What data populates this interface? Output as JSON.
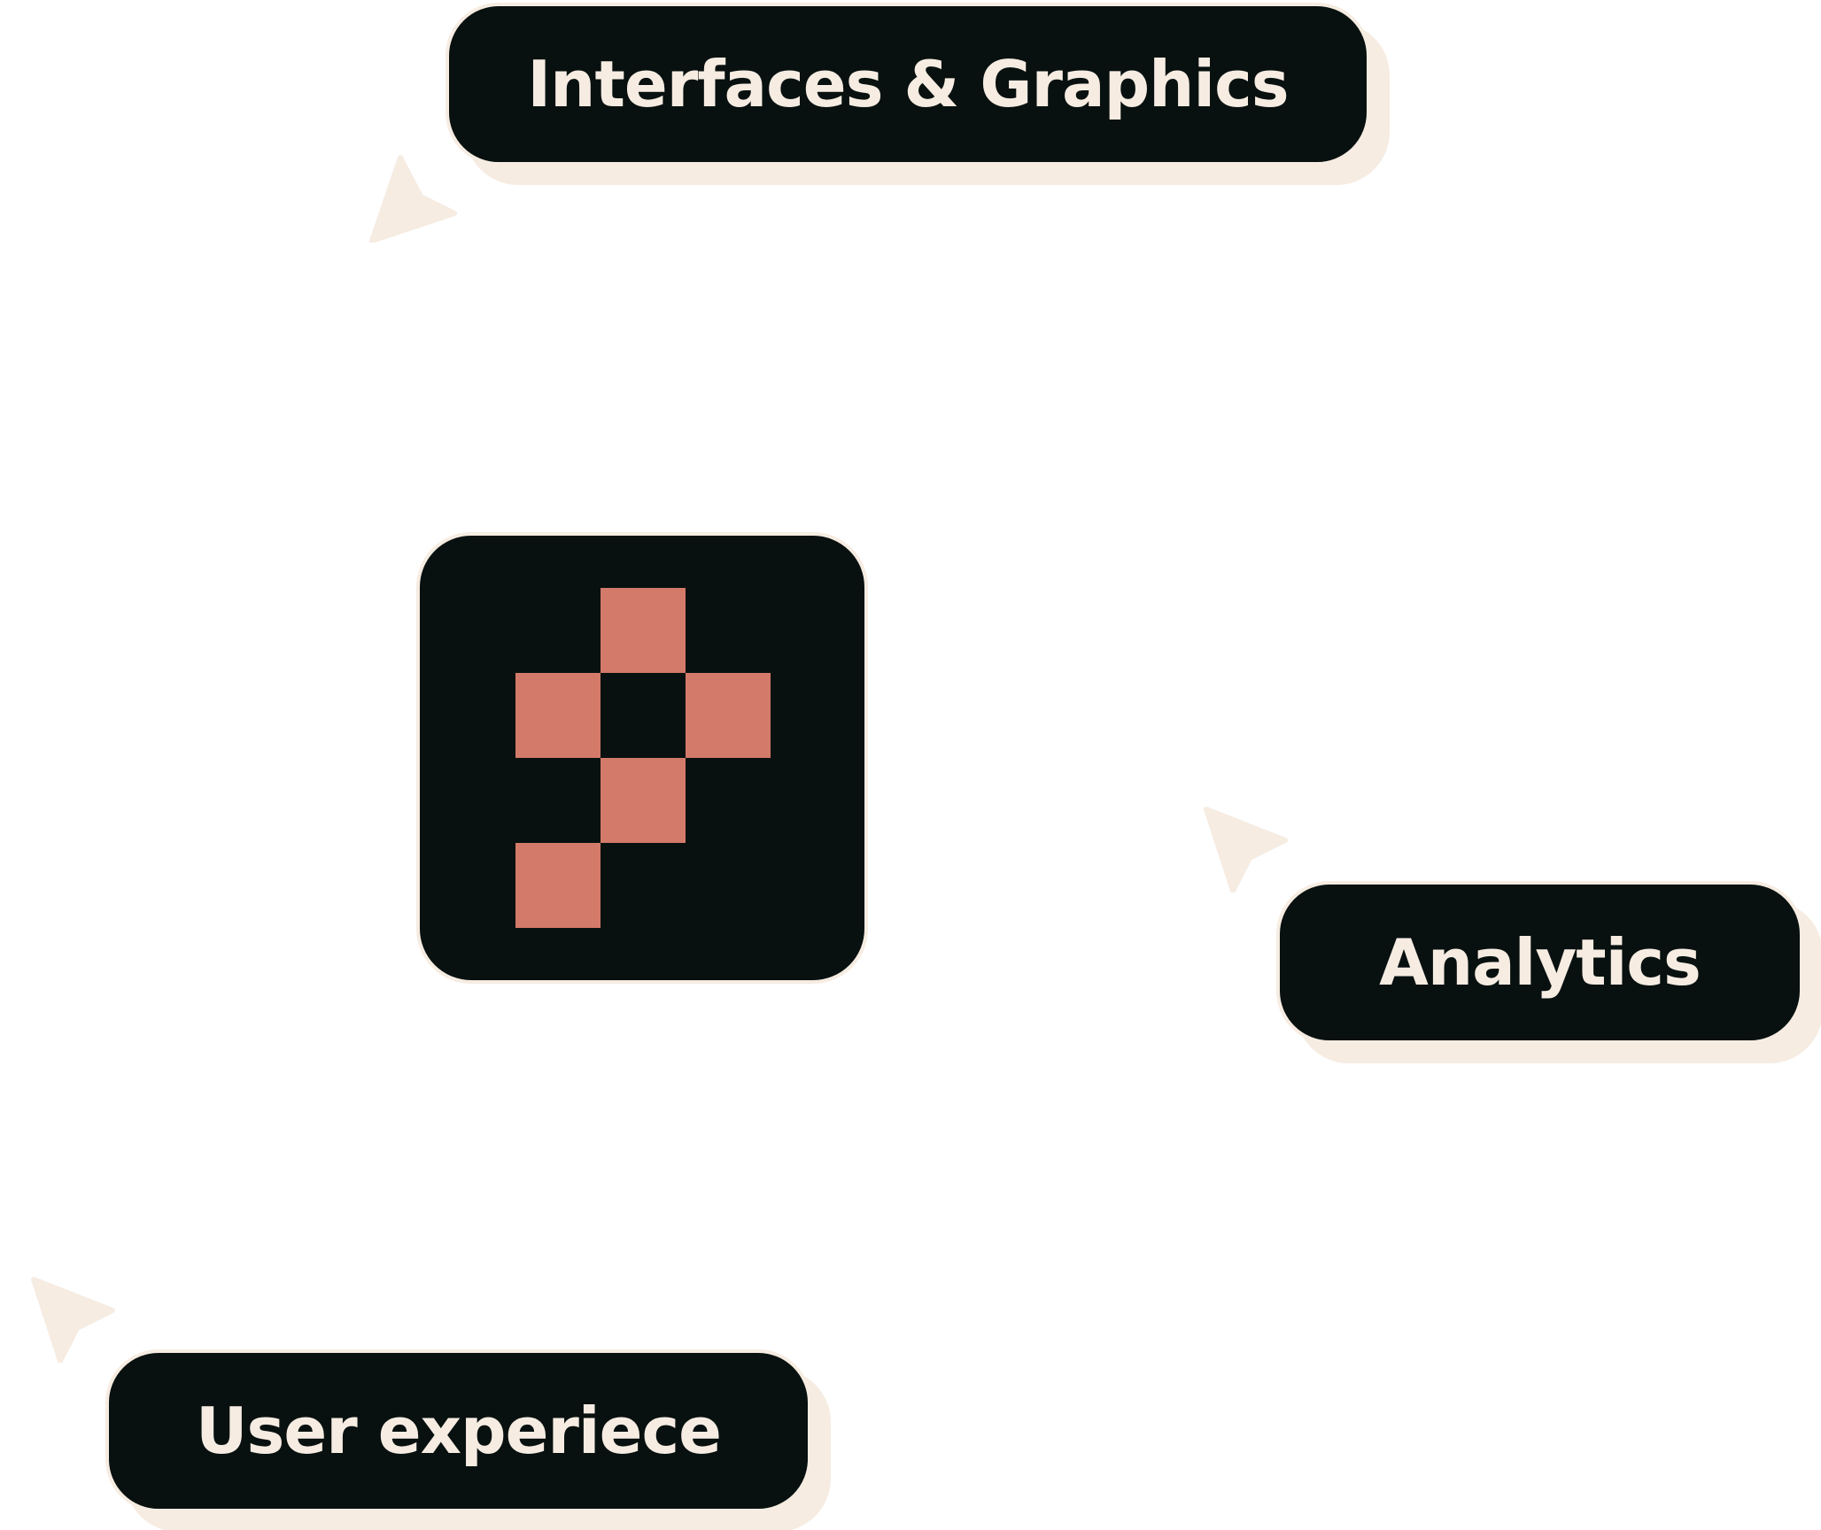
{
  "colors": {
    "background": "#FFFFFF",
    "pill_fill": "#081110",
    "cream": "#F6ECE2",
    "logo_accent": "#D47A6A"
  },
  "labels": {
    "interfaces": "Interfaces & Graphics",
    "analytics": "Analytics",
    "user_experience": "User experiece"
  },
  "icons": {
    "cursor": "pointer-arrow-icon",
    "logo": "pixel-logo-icon"
  }
}
